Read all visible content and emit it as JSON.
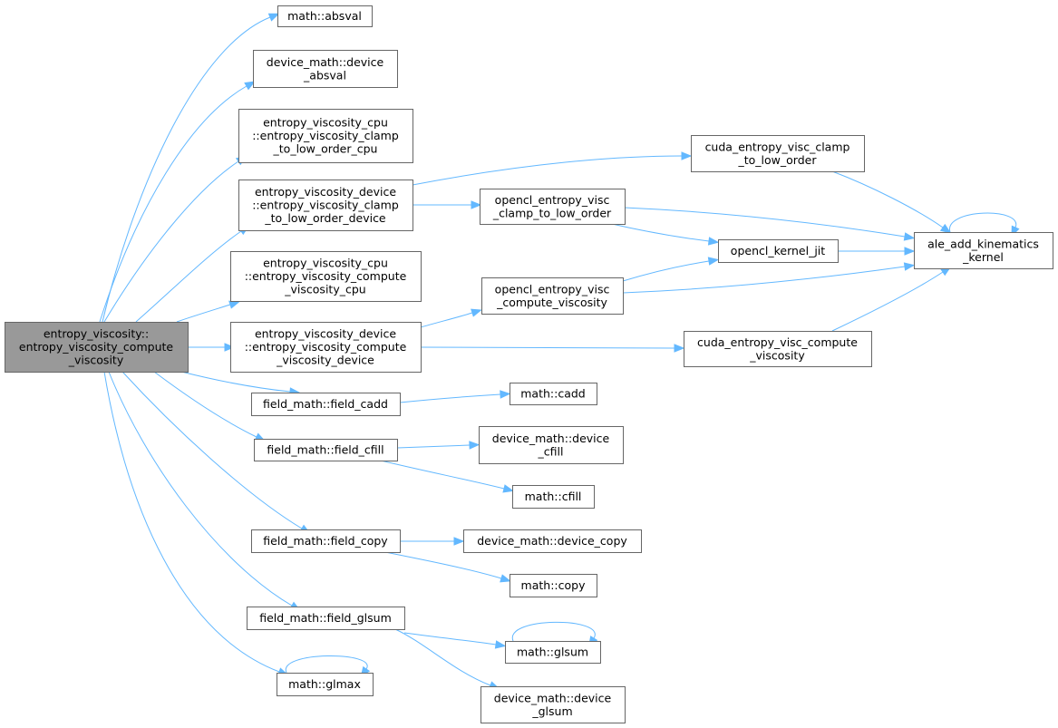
{
  "graph": {
    "colors": {
      "edge": "#63b8ff",
      "node_border": "#666666",
      "root_fill": "#999999",
      "node_fill": "#ffffff"
    },
    "nodes": {
      "root": {
        "lines": [
          "entropy_viscosity::",
          "entropy_viscosity_compute",
          "_viscosity"
        ]
      },
      "absval": {
        "lines": [
          "math::absval"
        ]
      },
      "dev_absval": {
        "lines": [
          "device_math::device",
          "_absval"
        ]
      },
      "clamp_cpu": {
        "lines": [
          "entropy_viscosity_cpu",
          "::entropy_viscosity_clamp",
          "_to_low_order_cpu"
        ]
      },
      "clamp_dev": {
        "lines": [
          "entropy_viscosity_device",
          "::entropy_viscosity_clamp",
          "_to_low_order_device"
        ]
      },
      "comp_cpu": {
        "lines": [
          "entropy_viscosity_cpu",
          "::entropy_viscosity_compute",
          "_viscosity_cpu"
        ]
      },
      "comp_dev": {
        "lines": [
          "entropy_viscosity_device",
          "::entropy_viscosity_compute",
          "_viscosity_device"
        ]
      },
      "cuda_clamp": {
        "lines": [
          "cuda_entropy_visc_clamp",
          "_to_low_order"
        ]
      },
      "ocl_clamp": {
        "lines": [
          "opencl_entropy_visc",
          "_clamp_to_low_order"
        ]
      },
      "ocl_jit": {
        "lines": [
          "opencl_kernel_jit"
        ]
      },
      "ale": {
        "lines": [
          "ale_add_kinematics",
          "_kernel"
        ]
      },
      "ocl_comp": {
        "lines": [
          "opencl_entropy_visc",
          "_compute_viscosity"
        ]
      },
      "cuda_comp": {
        "lines": [
          "cuda_entropy_visc_compute",
          "_viscosity"
        ]
      },
      "f_cadd": {
        "lines": [
          "field_math::field_cadd"
        ]
      },
      "m_cadd": {
        "lines": [
          "math::cadd"
        ]
      },
      "f_cfill": {
        "lines": [
          "field_math::field_cfill"
        ]
      },
      "d_cfill": {
        "lines": [
          "device_math::device",
          "_cfill"
        ]
      },
      "m_cfill": {
        "lines": [
          "math::cfill"
        ]
      },
      "f_copy": {
        "lines": [
          "field_math::field_copy"
        ]
      },
      "d_copy": {
        "lines": [
          "device_math::device_copy"
        ]
      },
      "m_copy": {
        "lines": [
          "math::copy"
        ]
      },
      "f_glsum": {
        "lines": [
          "field_math::field_glsum"
        ]
      },
      "m_glsum": {
        "lines": [
          "math::glsum"
        ]
      },
      "d_glsum": {
        "lines": [
          "device_math::device",
          "_glsum"
        ]
      },
      "m_glmax": {
        "lines": [
          "math::glmax"
        ]
      }
    }
  }
}
